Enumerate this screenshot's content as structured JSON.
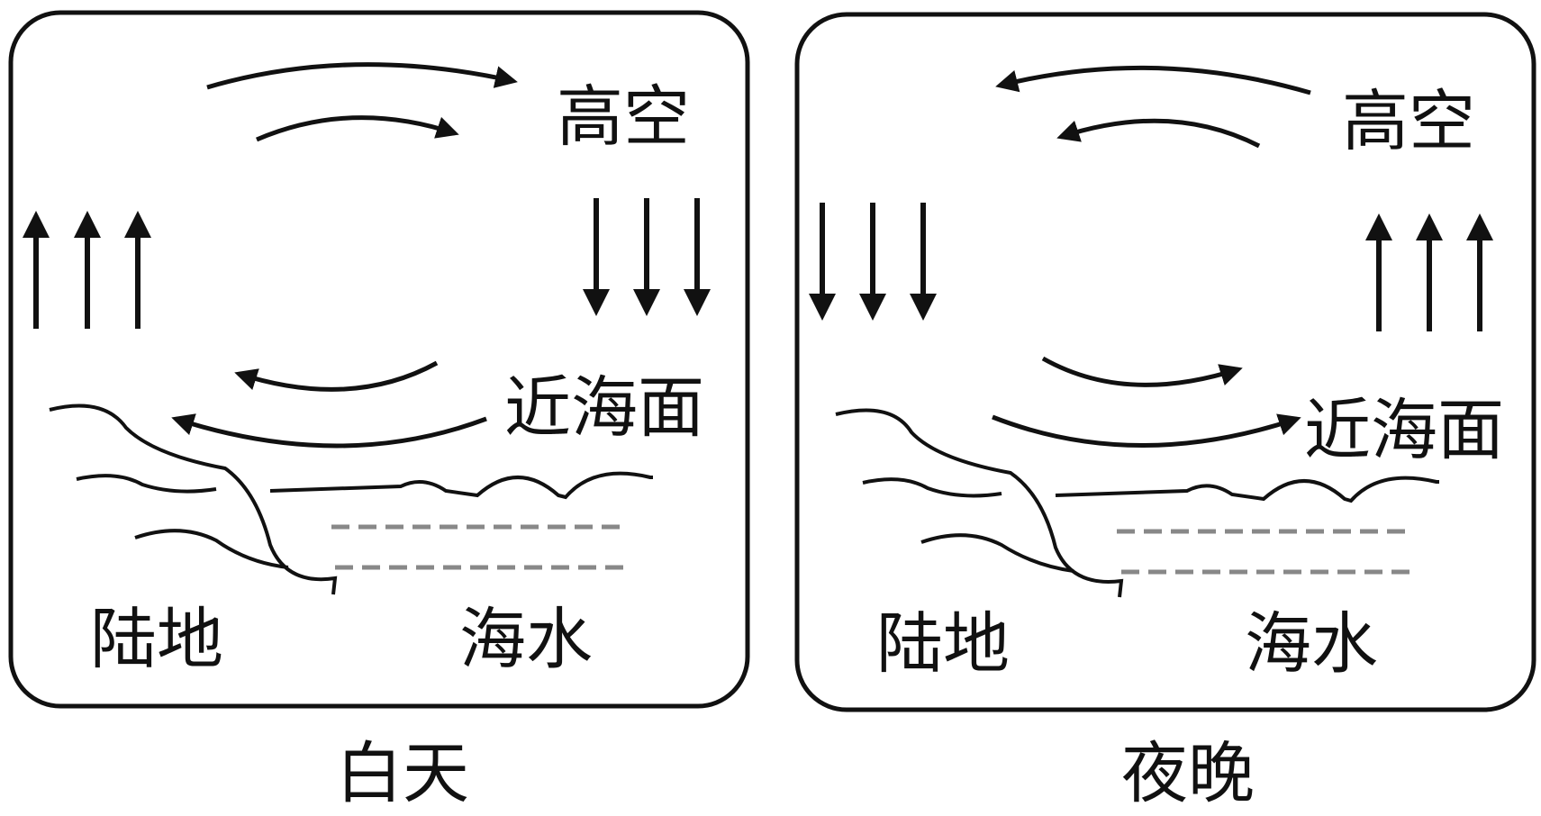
{
  "panels": [
    {
      "caption": "白天",
      "labels": {
        "upper": "高空",
        "surface": "近海面",
        "land": "陆地",
        "sea": "海水"
      },
      "upper_flow": "toward-sea",
      "surface_flow": "toward-land",
      "land_vertical": "rising",
      "sea_vertical": "sinking"
    },
    {
      "caption": "夜晚",
      "labels": {
        "upper": "高空",
        "surface": "近海面",
        "land": "陆地",
        "sea": "海水"
      },
      "upper_flow": "toward-land",
      "surface_flow": "toward-sea",
      "land_vertical": "sinking",
      "sea_vertical": "rising"
    }
  ]
}
